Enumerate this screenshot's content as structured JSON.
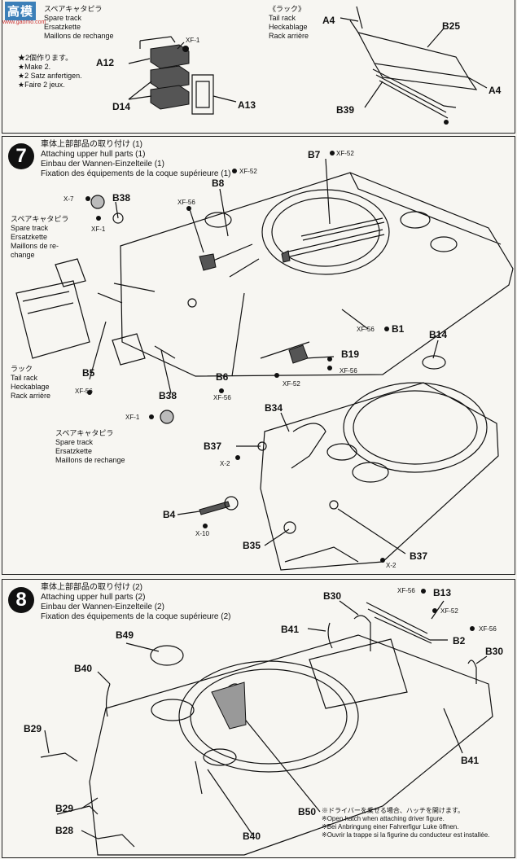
{
  "logo": {
    "text": "高模",
    "sub": "www.gaomo.com"
  },
  "top_panel": {
    "spare_track": {
      "jp": "スペアキャタピラ",
      "en": "Spare track",
      "de": "Ersatzkette",
      "fr": "Maillons de rechange"
    },
    "make2": {
      "jp": "★2個作ります。",
      "en": "★Make 2.",
      "de": "★2 Satz anfertigen.",
      "fr": "★Faire 2 jeux."
    },
    "tail_rack": {
      "jp": "《ラック》",
      "en": "Tail rack",
      "de": "Heckablage",
      "fr": "Rack arrière"
    },
    "parts": {
      "a12": "A12",
      "d14": "D14",
      "a13": "A13",
      "a4_top": "A4",
      "b25": "B25",
      "a4_right": "A4",
      "b39": "B39"
    },
    "paints": {
      "xf1": "XF-1"
    }
  },
  "step7": {
    "number": "7",
    "title_jp": "車体上部部品の取り付け (1)",
    "title_en": "Attaching upper hull parts (1)",
    "title_de": "Einbau der Wannen-Einzelteile (1)",
    "title_fr": "Fixation des équipements de la coque supérieure (1)",
    "spare_track_1": {
      "jp": "スペアキャタピラ",
      "en": "Spare track",
      "de": "Ersatzkette",
      "fr": "Maillons de re-",
      "fr2": "change"
    },
    "tail_rack": {
      "jp": "ラック",
      "en": "Tail rack",
      "de": "Heckablage",
      "fr": "Rack arrière"
    },
    "spare_track_2": {
      "jp": "スペアキャタピラ",
      "en": "Spare track",
      "de": "Ersatzkette",
      "fr": "Maillons de rechange"
    },
    "parts": {
      "b38_top": "B38",
      "b8": "B8",
      "b7": "B7",
      "b1": "B1",
      "b14": "B14",
      "b19": "B19",
      "b5": "B5",
      "b6": "B6",
      "b38_bottom": "B38",
      "b34": "B34",
      "b37_left": "B37",
      "b4": "B4",
      "b35": "B35",
      "b37_right": "B37"
    },
    "paints": {
      "x7": "X-7",
      "xf1_a": "XF-1",
      "xf52_b8": "XF-52",
      "xf56_b8": "XF-56",
      "xf52_b7": "XF-52",
      "xf56_b1": "XF-56",
      "xf56_b19": "XF-56",
      "xf52_b19": "XF-52",
      "xf56_b5": "XF-56",
      "xf56_b6": "XF-56",
      "xf1_b": "XF-1",
      "x2_a": "X-2",
      "x10": "X-10",
      "x2_b": "X-2"
    }
  },
  "step8": {
    "number": "8",
    "title_jp": "車体上部部品の取り付け (2)",
    "title_en": "Attaching upper hull parts (2)",
    "title_de": "Einbau der Wannen-Einzelteile (2)",
    "title_fr": "Fixation des équipements de la coque supérieure (2)",
    "parts": {
      "b30_top": "B30",
      "b13": "B13",
      "b41_top": "B41",
      "b2": "B2",
      "b30_right": "B30",
      "b49": "B49",
      "b40_top": "B40",
      "b29_top": "B29",
      "b41_right": "B41",
      "b29_bottom": "B29",
      "b28": "B28",
      "b50": "B50",
      "b40_bottom": "B40"
    },
    "paints": {
      "xf56_a": "XF-56",
      "xf52": "XF-52",
      "xf56_b": "XF-56"
    },
    "note": {
      "jp": "※ドライバーを乗せる場合、ハッチを開けます。",
      "en": "※Open hatch when attaching driver figure.",
      "de": "※Bei Anbringung einer Fahrerfigur Luke öffnen.",
      "fr": "※Ouvrir la trappe si la figurine du conducteur est installée."
    }
  }
}
